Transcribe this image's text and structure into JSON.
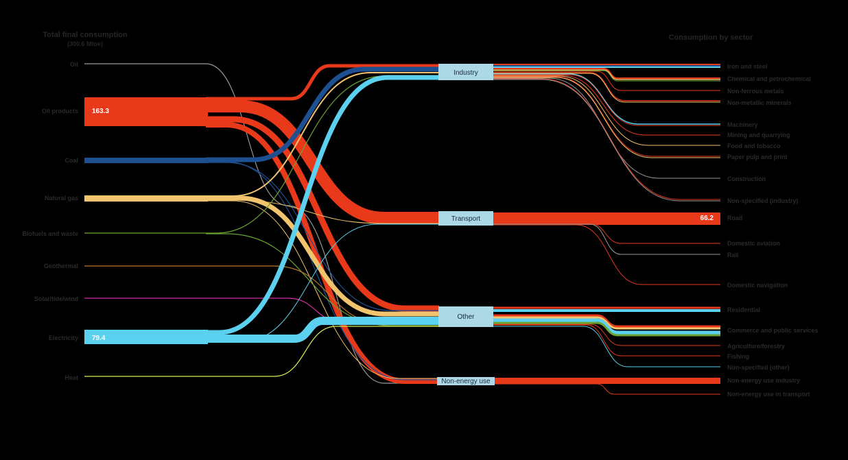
{
  "header": {
    "left_title": "Total final consumption",
    "left_subtitle": "(300.6 Mtoe)",
    "right_title": "Consumption by sector"
  },
  "colors": {
    "background": "#000000",
    "node_box": "#add8e6",
    "oil": "#999999",
    "oil_products": "#e8391b",
    "coal": "#1d4f91",
    "natural_gas": "#f2c46d",
    "biofuels_waste": "#6aa531",
    "geothermal": "#b97a2b",
    "solar_tide_wind": "#d42ea8",
    "electricity": "#5bd0ef",
    "heat": "#d9ee56"
  },
  "sources": [
    {
      "label": "Oil",
      "value": ""
    },
    {
      "label": "Oil products",
      "value": "163.3"
    },
    {
      "label": "Coal",
      "value": ""
    },
    {
      "label": "Natural gas",
      "value": ""
    },
    {
      "label": "Biofuels and waste",
      "value": ""
    },
    {
      "label": "Geothermal",
      "value": ""
    },
    {
      "label": "Solar/tide/wind",
      "value": ""
    },
    {
      "label": "Electricity",
      "value": "79.4"
    },
    {
      "label": "Heat",
      "value": ""
    }
  ],
  "middle_nodes": [
    "Industry",
    "Transport",
    "Other",
    "Non-energy use"
  ],
  "sectors": [
    {
      "label": "Iron and steel",
      "value": ""
    },
    {
      "label": "Chemical and petrochemical",
      "value": ""
    },
    {
      "label": "Non-ferrous metals",
      "value": ""
    },
    {
      "label": "Non-metallic minerals",
      "value": ""
    },
    {
      "label": "Machinery",
      "value": ""
    },
    {
      "label": "Mining and quarrying",
      "value": ""
    },
    {
      "label": "Food and tobacco",
      "value": ""
    },
    {
      "label": "Paper pulp and print",
      "value": ""
    },
    {
      "label": "Construction",
      "value": ""
    },
    {
      "label": "Non-specified (industry)",
      "value": ""
    },
    {
      "label": "Road",
      "value": "66.2"
    },
    {
      "label": "Domestic aviation",
      "value": ""
    },
    {
      "label": "Rail",
      "value": ""
    },
    {
      "label": "Domestic navigation",
      "value": ""
    },
    {
      "label": "Residential",
      "value": ""
    },
    {
      "label": "Commerce and public services",
      "value": ""
    },
    {
      "label": "Agriculture/forestry",
      "value": ""
    },
    {
      "label": "Fishing",
      "value": ""
    },
    {
      "label": "Non-specified (other)",
      "value": ""
    },
    {
      "label": "Non-energy use industry",
      "value": ""
    },
    {
      "label": "Non-energy use in transport",
      "value": ""
    }
  ]
}
